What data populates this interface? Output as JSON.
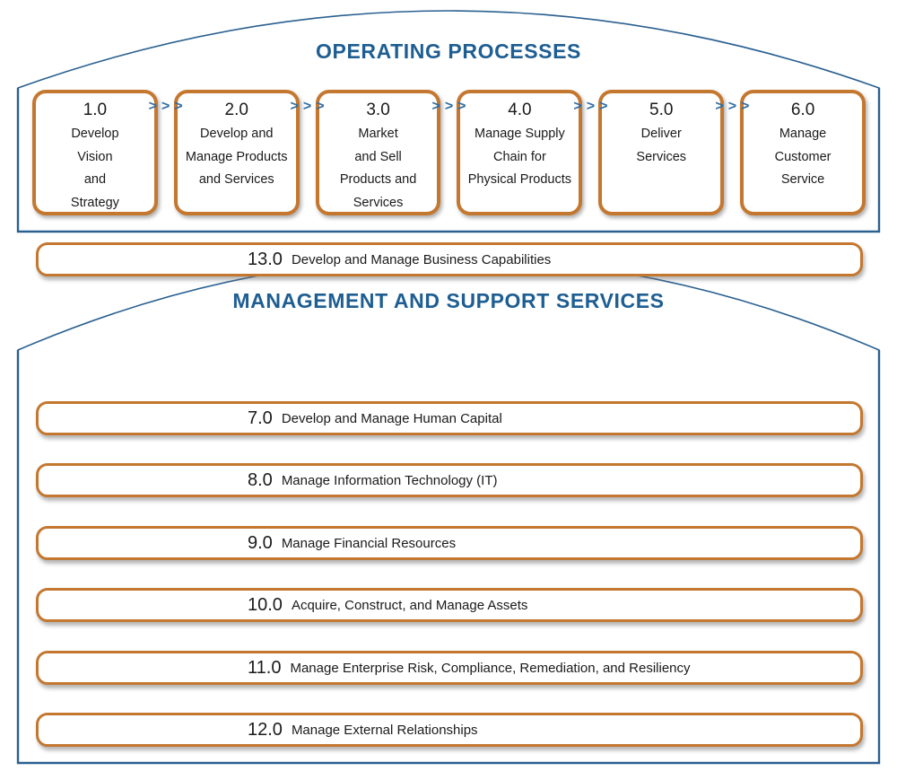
{
  "palette": {
    "orange": "#C4772F",
    "blue_line": "#2A6090",
    "blue_text": "#1E5E92",
    "chevron_blue": "#2E6DA4",
    "text": "#1A1A1A"
  },
  "operating": {
    "title": "OPERATING PROCESSES",
    "chevron_glyph": ">",
    "boxes": [
      {
        "number": "1.0",
        "label": "Develop\nVision\nand\nStrategy"
      },
      {
        "number": "2.0",
        "label": "Develop and\nManage Products\nand Services"
      },
      {
        "number": "3.0",
        "label": "Market\nand Sell\nProducts and\nServices"
      },
      {
        "number": "4.0",
        "label": "Manage Supply\nChain for\nPhysical Products"
      },
      {
        "number": "5.0",
        "label": "Deliver\nServices"
      },
      {
        "number": "6.0",
        "label": "Manage\nCustomer\nService"
      }
    ]
  },
  "management": {
    "title": "MANAGEMENT AND SUPPORT SERVICES",
    "bars": [
      {
        "number": "7.0",
        "label": "Develop and Manage Human Capital"
      },
      {
        "number": "8.0",
        "label": "Manage Information Technology (IT)"
      },
      {
        "number": "9.0",
        "label": "Manage Financial Resources"
      },
      {
        "number": "10.0",
        "label": "Acquire, Construct, and Manage Assets"
      },
      {
        "number": "11.0",
        "label": "Manage Enterprise Risk, Compliance, Remediation, and Resiliency"
      },
      {
        "number": "12.0",
        "label": "Manage External Relationships"
      },
      {
        "number": "13.0",
        "label": "Develop and Manage Business Capabilities"
      }
    ]
  }
}
